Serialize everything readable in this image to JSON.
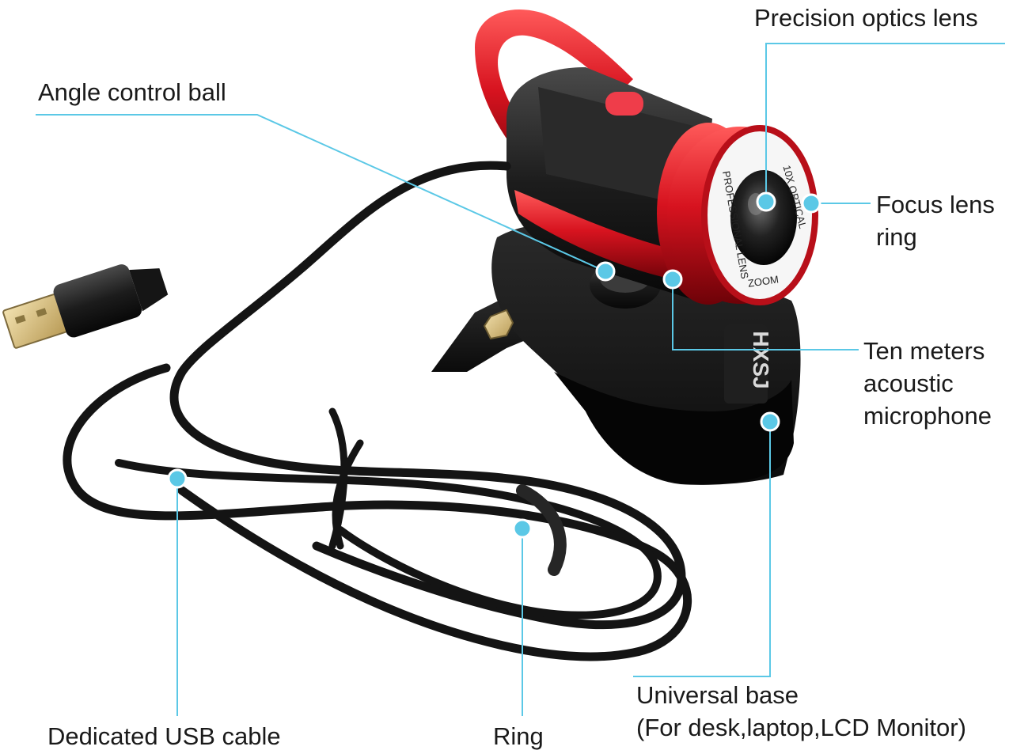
{
  "colors": {
    "callout": "#5bc8e6",
    "camera_red": "#d7131f",
    "cable": "#141414",
    "background": "#ffffff",
    "text": "#1a1a1a"
  },
  "lens_engraving": {
    "top": "10X OPTICAL",
    "ring": "PROFESSIONAL LENS",
    "zoom": "ZOOM"
  },
  "brand_mark": "HXSJ",
  "labels": {
    "precision_lens": "Precision optics lens",
    "angle_ball": "Angle control ball",
    "focus_ring": [
      "Focus lens",
      "ring"
    ],
    "microphone": [
      "Ten meters",
      "acoustic",
      "microphone"
    ],
    "usb_cable": "Dedicated USB cable",
    "ring": "Ring",
    "base": [
      "Universal base",
      "(For desk,laptop,LCD Monitor)"
    ]
  }
}
